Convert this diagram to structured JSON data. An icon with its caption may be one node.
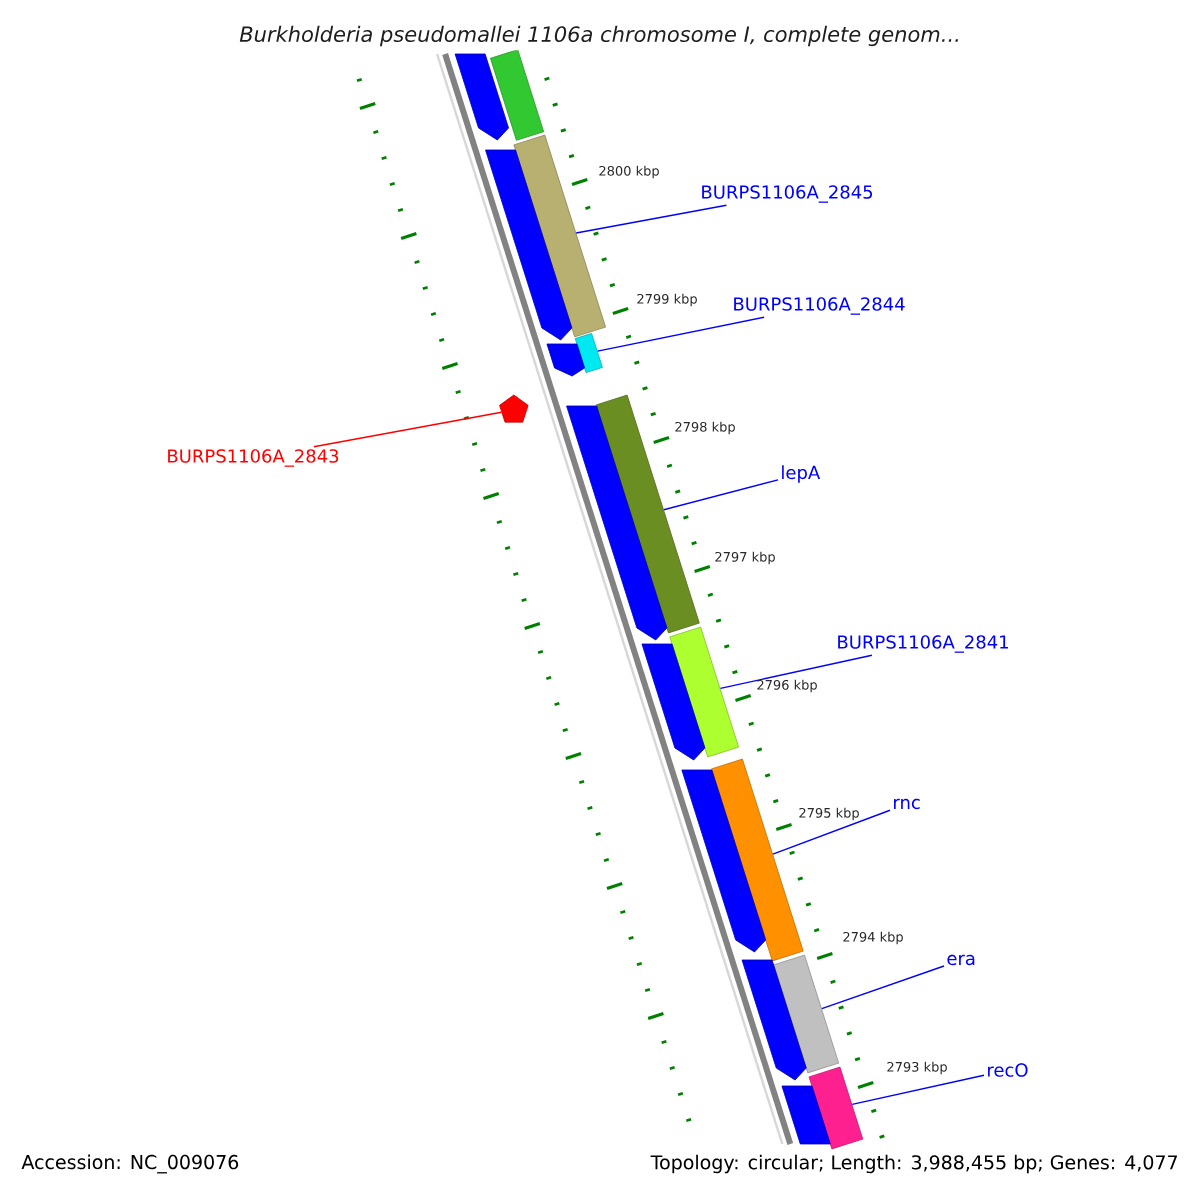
{
  "diagram": {
    "title": "Burkholderia pseudomallei 1106a chromosome I, complete genom...",
    "nodes": [
      {
        "text": [
          "BURPS1106A_2845"
        ]
      },
      {
        "text": [
          "BURPS1106A_2844"
        ]
      },
      {
        "text": [
          "BURPS1106A_2843"
        ]
      },
      {
        "text": [
          "lepA"
        ]
      },
      {
        "text": [
          "BURPS1106A_2841"
        ]
      },
      {
        "text": [
          "rnc"
        ]
      },
      {
        "text": [
          "era"
        ]
      },
      {
        "text": [
          "recO"
        ]
      },
      {
        "text": [],
        "shape": "bar"
      },
      {
        "text": [],
        "shape": "bar"
      },
      {
        "text": [],
        "shape": "arrow"
      },
      {
        "text": [],
        "shape": "bar"
      },
      {
        "text": [],
        "shape": "bar"
      },
      {
        "text": [],
        "shape": "bar"
      },
      {
        "text": [],
        "shape": "bar"
      },
      {
        "text": [],
        "shape": "bar"
      },
      {
        "text": [],
        "shape": "bar"
      },
      {
        "text": [],
        "shape": "arrow"
      },
      {
        "text": [],
        "shape": "arrow"
      },
      {
        "text": [],
        "shape": "arrow"
      },
      {
        "text": [],
        "shape": "arrow"
      },
      {
        "text": [],
        "shape": "arrow"
      },
      {
        "text": [],
        "shape": "arrow"
      },
      {
        "text": [],
        "shape": "arrow"
      },
      {
        "text": [],
        "shape": "arrow"
      }
    ],
    "edges": [
      {
        "from": 0,
        "to": 8,
        "arrow": "none"
      },
      {
        "from": 1,
        "to": 9,
        "arrow": "none"
      },
      {
        "from": 2,
        "to": 10,
        "arrow": "none",
        "color": "#ff0000"
      },
      {
        "from": 3,
        "to": 11,
        "arrow": "none"
      },
      {
        "from": 4,
        "to": 12,
        "arrow": "none"
      },
      {
        "from": 5,
        "to": 13,
        "arrow": "none"
      },
      {
        "from": 6,
        "to": 14,
        "arrow": "none"
      },
      {
        "from": 7,
        "to": 15,
        "arrow": "none"
      }
    ],
    "labels": [
      "2800 kbp",
      "2799 kbp",
      "2798 kbp",
      "2797 kbp",
      "2796 kbp",
      "2795 kbp",
      "2794 kbp",
      "2793 kbp",
      "Accession: NC_009076",
      "Topology: circular; Length: 3,988,455 bp; Genes: 4,077"
    ]
  }
}
